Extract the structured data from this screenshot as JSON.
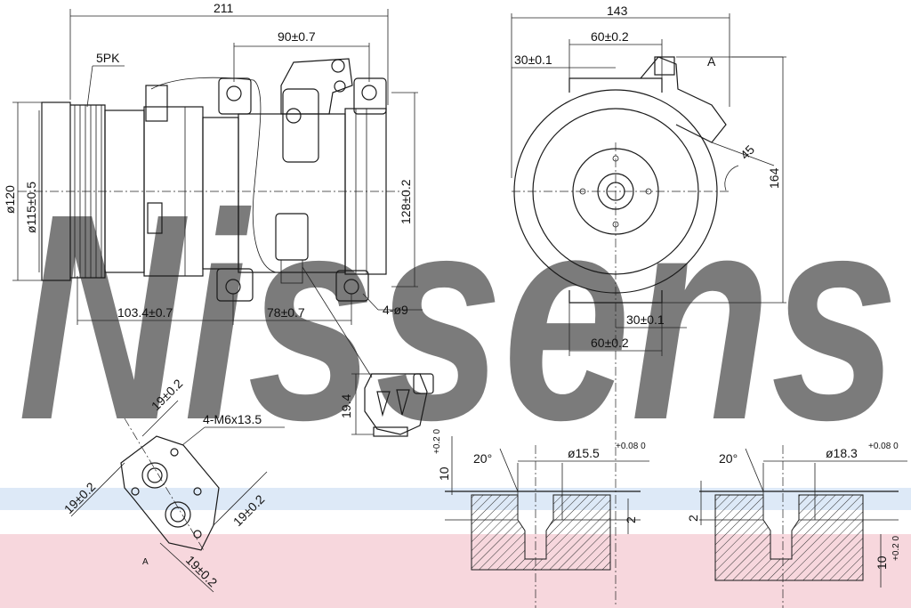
{
  "watermark": {
    "text": "Nissens",
    "color": "#6f9fd8",
    "band_color": "#e7a0ad"
  },
  "side_view": {
    "overall_length": "211",
    "pulley_label": "5PK",
    "bolt_spacing_top": "90±0.7",
    "pulley_dia_outer": "ø120",
    "pulley_dia_inner": "ø115±0.5",
    "height": "128±0.2",
    "dist_front": "103.4±0.7",
    "dist_bolts": "78±0.7",
    "holes": "4-ø9"
  },
  "front_view": {
    "overall_width": "143",
    "port_spacing_top": "60±0.2",
    "offset_top": "30±0.1",
    "view_marker": "A",
    "angle": "45",
    "height": "164",
    "offset_bottom": "30±0.1",
    "port_spacing_bottom": "60±0.2"
  },
  "connector": {
    "height": "19.4"
  },
  "port_face": {
    "pitch_top": "19±0.2",
    "threads": "4-M6x13.5",
    "pitch_left": "19±0.2",
    "pitch_right": "19±0.2",
    "pitch_bottom": "19±0.2",
    "view_marker": "A"
  },
  "port_section_1": {
    "depth": "10",
    "depth_tol": "+0.2 0",
    "chamfer": "20°",
    "bore": "ø15.5",
    "bore_tol": "+0.08 0",
    "step": "2"
  },
  "port_section_2": {
    "chamfer": "20°",
    "bore": "ø18.3",
    "bore_tol": "+0.08 0",
    "step": "2",
    "depth": "10",
    "depth_tol": "+0.2 0"
  }
}
